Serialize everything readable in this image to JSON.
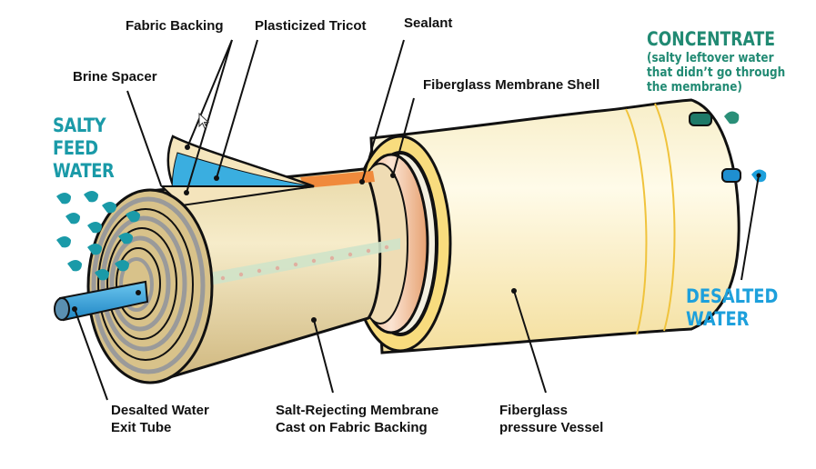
{
  "diagram": {
    "title": "Reverse Osmosis Membrane Element Cutaway",
    "labels": {
      "fabric_backing": "Fabric Backing",
      "plasticized_tricot": "Plasticized Tricot",
      "sealant": "Sealant",
      "brine_spacer": "Brine Spacer",
      "fiberglass_membrane_shell": "Fiberglass Membrane Shell",
      "desalted_water_exit_tube_line1": "Desalted Water",
      "desalted_water_exit_tube_line2": "Exit Tube",
      "salt_rejecting_membrane_line1": "Salt-Rejecting Membrane",
      "salt_rejecting_membrane_line2": "Cast on Fabric Backing",
      "fiberglass_pressure_vessel_line1": "Fiberglass",
      "fiberglass_pressure_vessel_line2": "pressure Vessel"
    },
    "flows": {
      "salty_feed_water": [
        "SALTY",
        "FEED",
        "WATER"
      ],
      "concentrate_title": "CONCENTRATE",
      "concentrate_desc": [
        "(salty leftover water",
        "that didn’t go through",
        "the membrane)"
      ],
      "desalted_water": [
        "DESALTED",
        "WATER"
      ]
    },
    "colors": {
      "feed_water": "#1a9aa8",
      "concentrate": "#218a73",
      "desalted_water": "#1da0dc",
      "membrane_cream": "#efe2b4",
      "vessel_cream": "#fbf3cf",
      "shell_orange": "#f0b98c",
      "sealant_orange": "#f08a3c",
      "tricot_blue": "#3aaee0",
      "line": "#111111"
    }
  }
}
